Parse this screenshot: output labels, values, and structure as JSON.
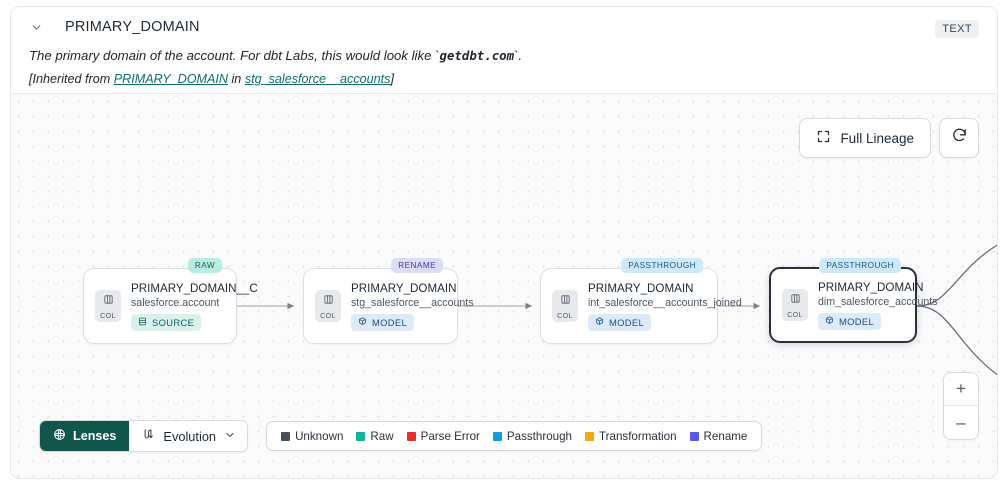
{
  "header": {
    "collapse_icon": "chevron-down-icon",
    "title": "PRIMARY_DOMAIN",
    "type_badge": "TEXT",
    "description_prefix": "The primary domain of the account. For dbt Labs, this would look like `",
    "description_code": "getdbt.com",
    "description_suffix": "`.",
    "inherit_prefix": "[Inherited from ",
    "inherit_link": "PRIMARY_DOMAIN",
    "inherit_middle": " in ",
    "inherit_source": "stg_salesforce__accounts",
    "inherit_suffix": "]"
  },
  "controls": {
    "full_lineage_label": "Full Lineage",
    "full_lineage_icon": "expand-icon",
    "refresh_icon": "refresh-icon",
    "zoom_in": "+",
    "zoom_out": "–"
  },
  "lineage": {
    "nodes": [
      {
        "tag": "RAW",
        "tag_style": "tag-raw",
        "chip": "COL",
        "chip_icon": "column-icon",
        "title": "PRIMARY_DOMAIN__C",
        "subtitle": "salesforce.account",
        "kind": "SOURCE",
        "kind_style": "kind-source",
        "kind_icon": "database-icon",
        "selected": false
      },
      {
        "tag": "RENAME",
        "tag_style": "tag-rename",
        "chip": "COL",
        "chip_icon": "column-icon",
        "title": "PRIMARY_DOMAIN",
        "subtitle": "stg_salesforce__accounts",
        "kind": "MODEL",
        "kind_style": "kind-model",
        "kind_icon": "cube-icon",
        "selected": false
      },
      {
        "tag": "PASSTHROUGH",
        "tag_style": "tag-pass",
        "chip": "COL",
        "chip_icon": "column-icon",
        "title": "PRIMARY_DOMAIN",
        "subtitle": "int_salesforce__accounts_joined",
        "kind": "MODEL",
        "kind_style": "kind-model",
        "kind_icon": "cube-icon",
        "selected": false
      },
      {
        "tag": "PASSTHROUGH",
        "tag_style": "tag-pass",
        "chip": "COL",
        "chip_icon": "column-icon",
        "title": "PRIMARY_DOMAIN",
        "subtitle": "dim_salesforce_accounts",
        "kind": "MODEL",
        "kind_style": "kind-model",
        "kind_icon": "cube-icon",
        "selected": true
      }
    ]
  },
  "toolbar": {
    "lenses_label": "Lenses",
    "lenses_icon": "aperture-icon",
    "evolution_label": "Evolution",
    "evolution_icon": "evolution-icon",
    "evolution_chevron": "chevron-down-icon"
  },
  "legend": [
    {
      "label": "Unknown",
      "color": "#4b5159"
    },
    {
      "label": "Raw",
      "color": "#10b497"
    },
    {
      "label": "Parse Error",
      "color": "#e0312e"
    },
    {
      "label": "Passthrough",
      "color": "#1799e0"
    },
    {
      "label": "Transformation",
      "color": "#efa817"
    },
    {
      "label": "Rename",
      "color": "#5b58ea"
    }
  ]
}
